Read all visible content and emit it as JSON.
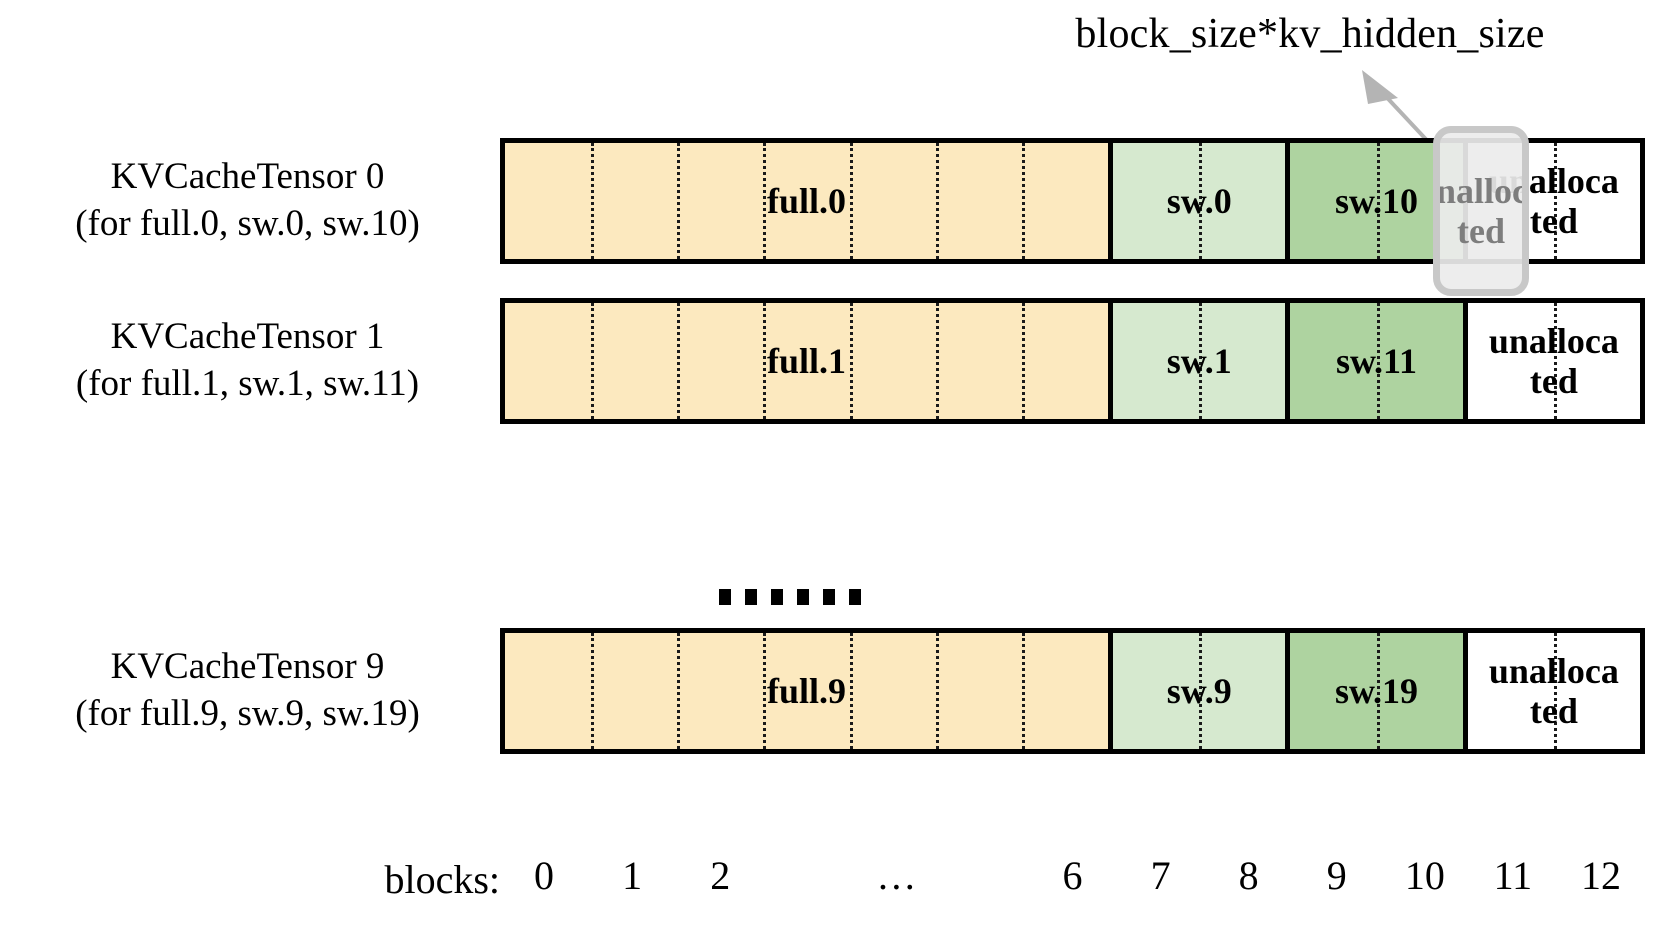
{
  "annotation": {
    "label": "block_size*kv_hidden_size",
    "arrow_icon": "arrow-up-right-icon",
    "arrow_color": "#b4b4b4"
  },
  "colors": {
    "full_block": "#fce9bf",
    "sw_light_block": "#d6e9cf",
    "sw_dark_block": "#aed3a0",
    "unallocated_block": "#ffffff",
    "border": "#000000",
    "divider": "#1a1a1a",
    "highlight": "#c8c8c8",
    "highlight_fill": "#ececec",
    "highlight_text": "#7d7d7d"
  },
  "highlight": {
    "label": "unalloca",
    "label_line2": "ted",
    "covers_block": 11
  },
  "rows": [
    {
      "label_line1": "KVCacheTensor 0",
      "label_line2": "(for full.0, sw.0, sw.10)",
      "segments": [
        {
          "label": "full.0",
          "blocks": 7,
          "style": "full"
        },
        {
          "label": "sw.0",
          "blocks": 2,
          "style": "sw-light"
        },
        {
          "label": "sw.10",
          "blocks": 2,
          "style": "sw-dark"
        },
        {
          "label": "unalloca ted",
          "blocks": 2,
          "style": "unalloc"
        }
      ]
    },
    {
      "label_line1": "KVCacheTensor 1",
      "label_line2": "(for full.1, sw.1, sw.11)",
      "segments": [
        {
          "label": "full.1",
          "blocks": 7,
          "style": "full"
        },
        {
          "label": "sw.1",
          "blocks": 2,
          "style": "sw-light"
        },
        {
          "label": "sw.11",
          "blocks": 2,
          "style": "sw-dark"
        },
        {
          "label": "unalloca ted",
          "blocks": 2,
          "style": "unalloc"
        }
      ]
    },
    {
      "label_line1": "KVCacheTensor 9",
      "label_line2": "(for full.9, sw.9, sw.19)",
      "segments": [
        {
          "label": "full.9",
          "blocks": 7,
          "style": "full"
        },
        {
          "label": "sw.9",
          "blocks": 2,
          "style": "sw-light"
        },
        {
          "label": "sw.19",
          "blocks": 2,
          "style": "sw-dark"
        },
        {
          "label": "unalloca ted",
          "blocks": 2,
          "style": "unalloc"
        }
      ]
    }
  ],
  "ellipsis": {
    "dot_count": 6
  },
  "axis": {
    "title": "blocks:",
    "ticks": [
      "0",
      "1",
      "2",
      "…",
      "6",
      "7",
      "8",
      "9",
      "10",
      "11",
      "12"
    ]
  }
}
